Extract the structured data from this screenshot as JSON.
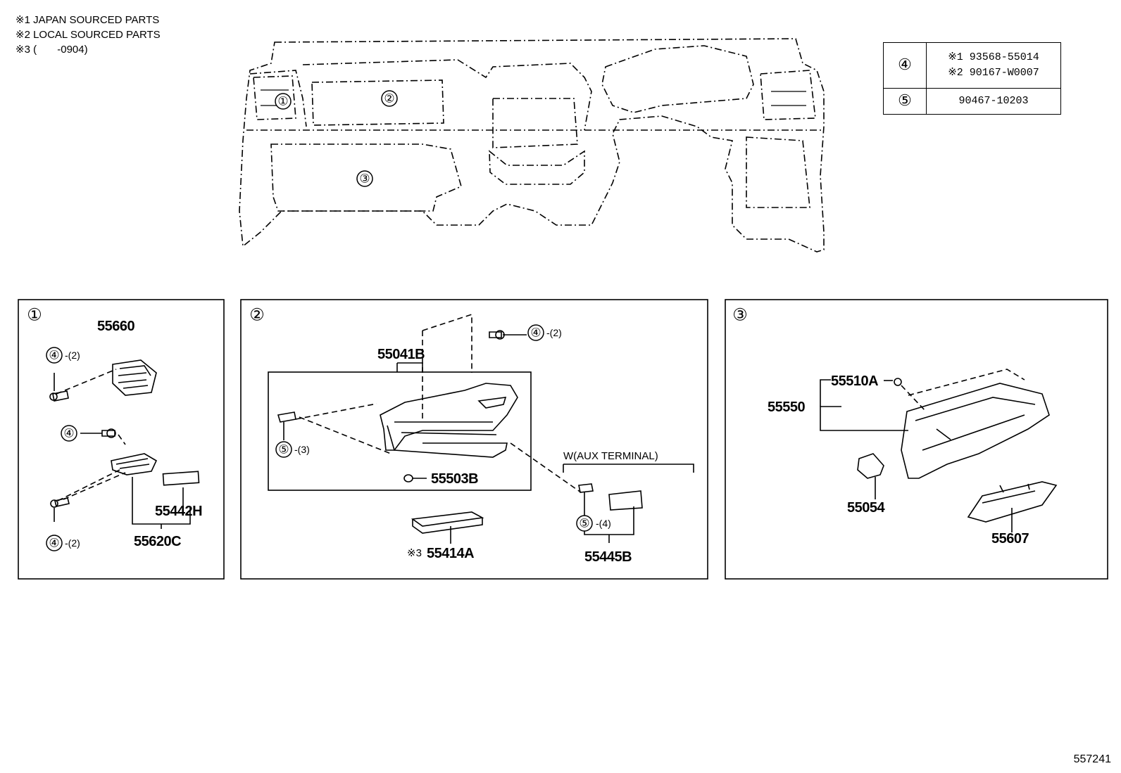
{
  "notes": [
    "※1 JAPAN SOURCED PARTS",
    "※2 LOCAL SOURCED PARTS",
    "※3 (       -0904)"
  ],
  "ref_table": {
    "row4": {
      "key": "④",
      "line1": "※1  93568-55014",
      "line2": "※2  90167-W0007"
    },
    "row5": {
      "key": "⑤",
      "line1": "90467-10203"
    }
  },
  "overview": {
    "callout1": "①",
    "callout2": "②",
    "callout3": "③"
  },
  "panel1": {
    "num": "①",
    "part_55660": "55660",
    "part_55442H": "55442H",
    "part_55620C": "55620C",
    "ref4a": "④",
    "qty4a": "-(2)",
    "ref4b": "④",
    "ref4c": "④",
    "qty4c": "-(2)"
  },
  "panel2": {
    "num": "②",
    "part_55041B": "55041B",
    "part_55503B": "55503B",
    "part_55414A": "55414A",
    "note3": "※3",
    "part_55445B": "55445B",
    "aux_label": "W(AUX TERMINAL)",
    "ref4": "④",
    "qty4": "-(2)",
    "ref5a": "⑤",
    "qty5a": "-(3)",
    "ref5b": "⑤",
    "qty5b": "-(4)"
  },
  "panel3": {
    "num": "③",
    "part_55510A": "55510A",
    "part_55550": "55550",
    "part_55054": "55054",
    "part_55607": "55607"
  },
  "footer_code": "557241"
}
